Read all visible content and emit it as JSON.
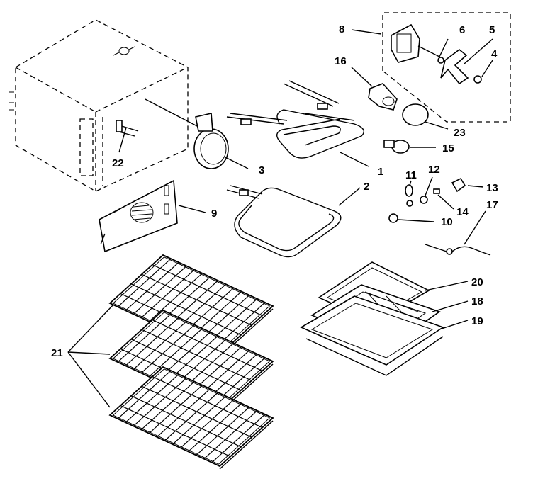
{
  "callouts": [
    {
      "id": "c1",
      "text": "1"
    },
    {
      "id": "c2",
      "text": "2"
    },
    {
      "id": "c3",
      "text": "3"
    },
    {
      "id": "c4",
      "text": "4"
    },
    {
      "id": "c5",
      "text": "5"
    },
    {
      "id": "c6",
      "text": "6"
    },
    {
      "id": "c8",
      "text": "8"
    },
    {
      "id": "c9",
      "text": "9"
    },
    {
      "id": "c10",
      "text": "10"
    },
    {
      "id": "c11",
      "text": "11"
    },
    {
      "id": "c12",
      "text": "12"
    },
    {
      "id": "c13",
      "text": "13"
    },
    {
      "id": "c14",
      "text": "14"
    },
    {
      "id": "c15",
      "text": "15"
    },
    {
      "id": "c16",
      "text": "16"
    },
    {
      "id": "c17",
      "text": "17"
    },
    {
      "id": "c18",
      "text": "18"
    },
    {
      "id": "c19",
      "text": "19"
    },
    {
      "id": "c20",
      "text": "20"
    },
    {
      "id": "c21",
      "text": "21"
    },
    {
      "id": "c22",
      "text": "22"
    },
    {
      "id": "c23",
      "text": "23"
    }
  ]
}
